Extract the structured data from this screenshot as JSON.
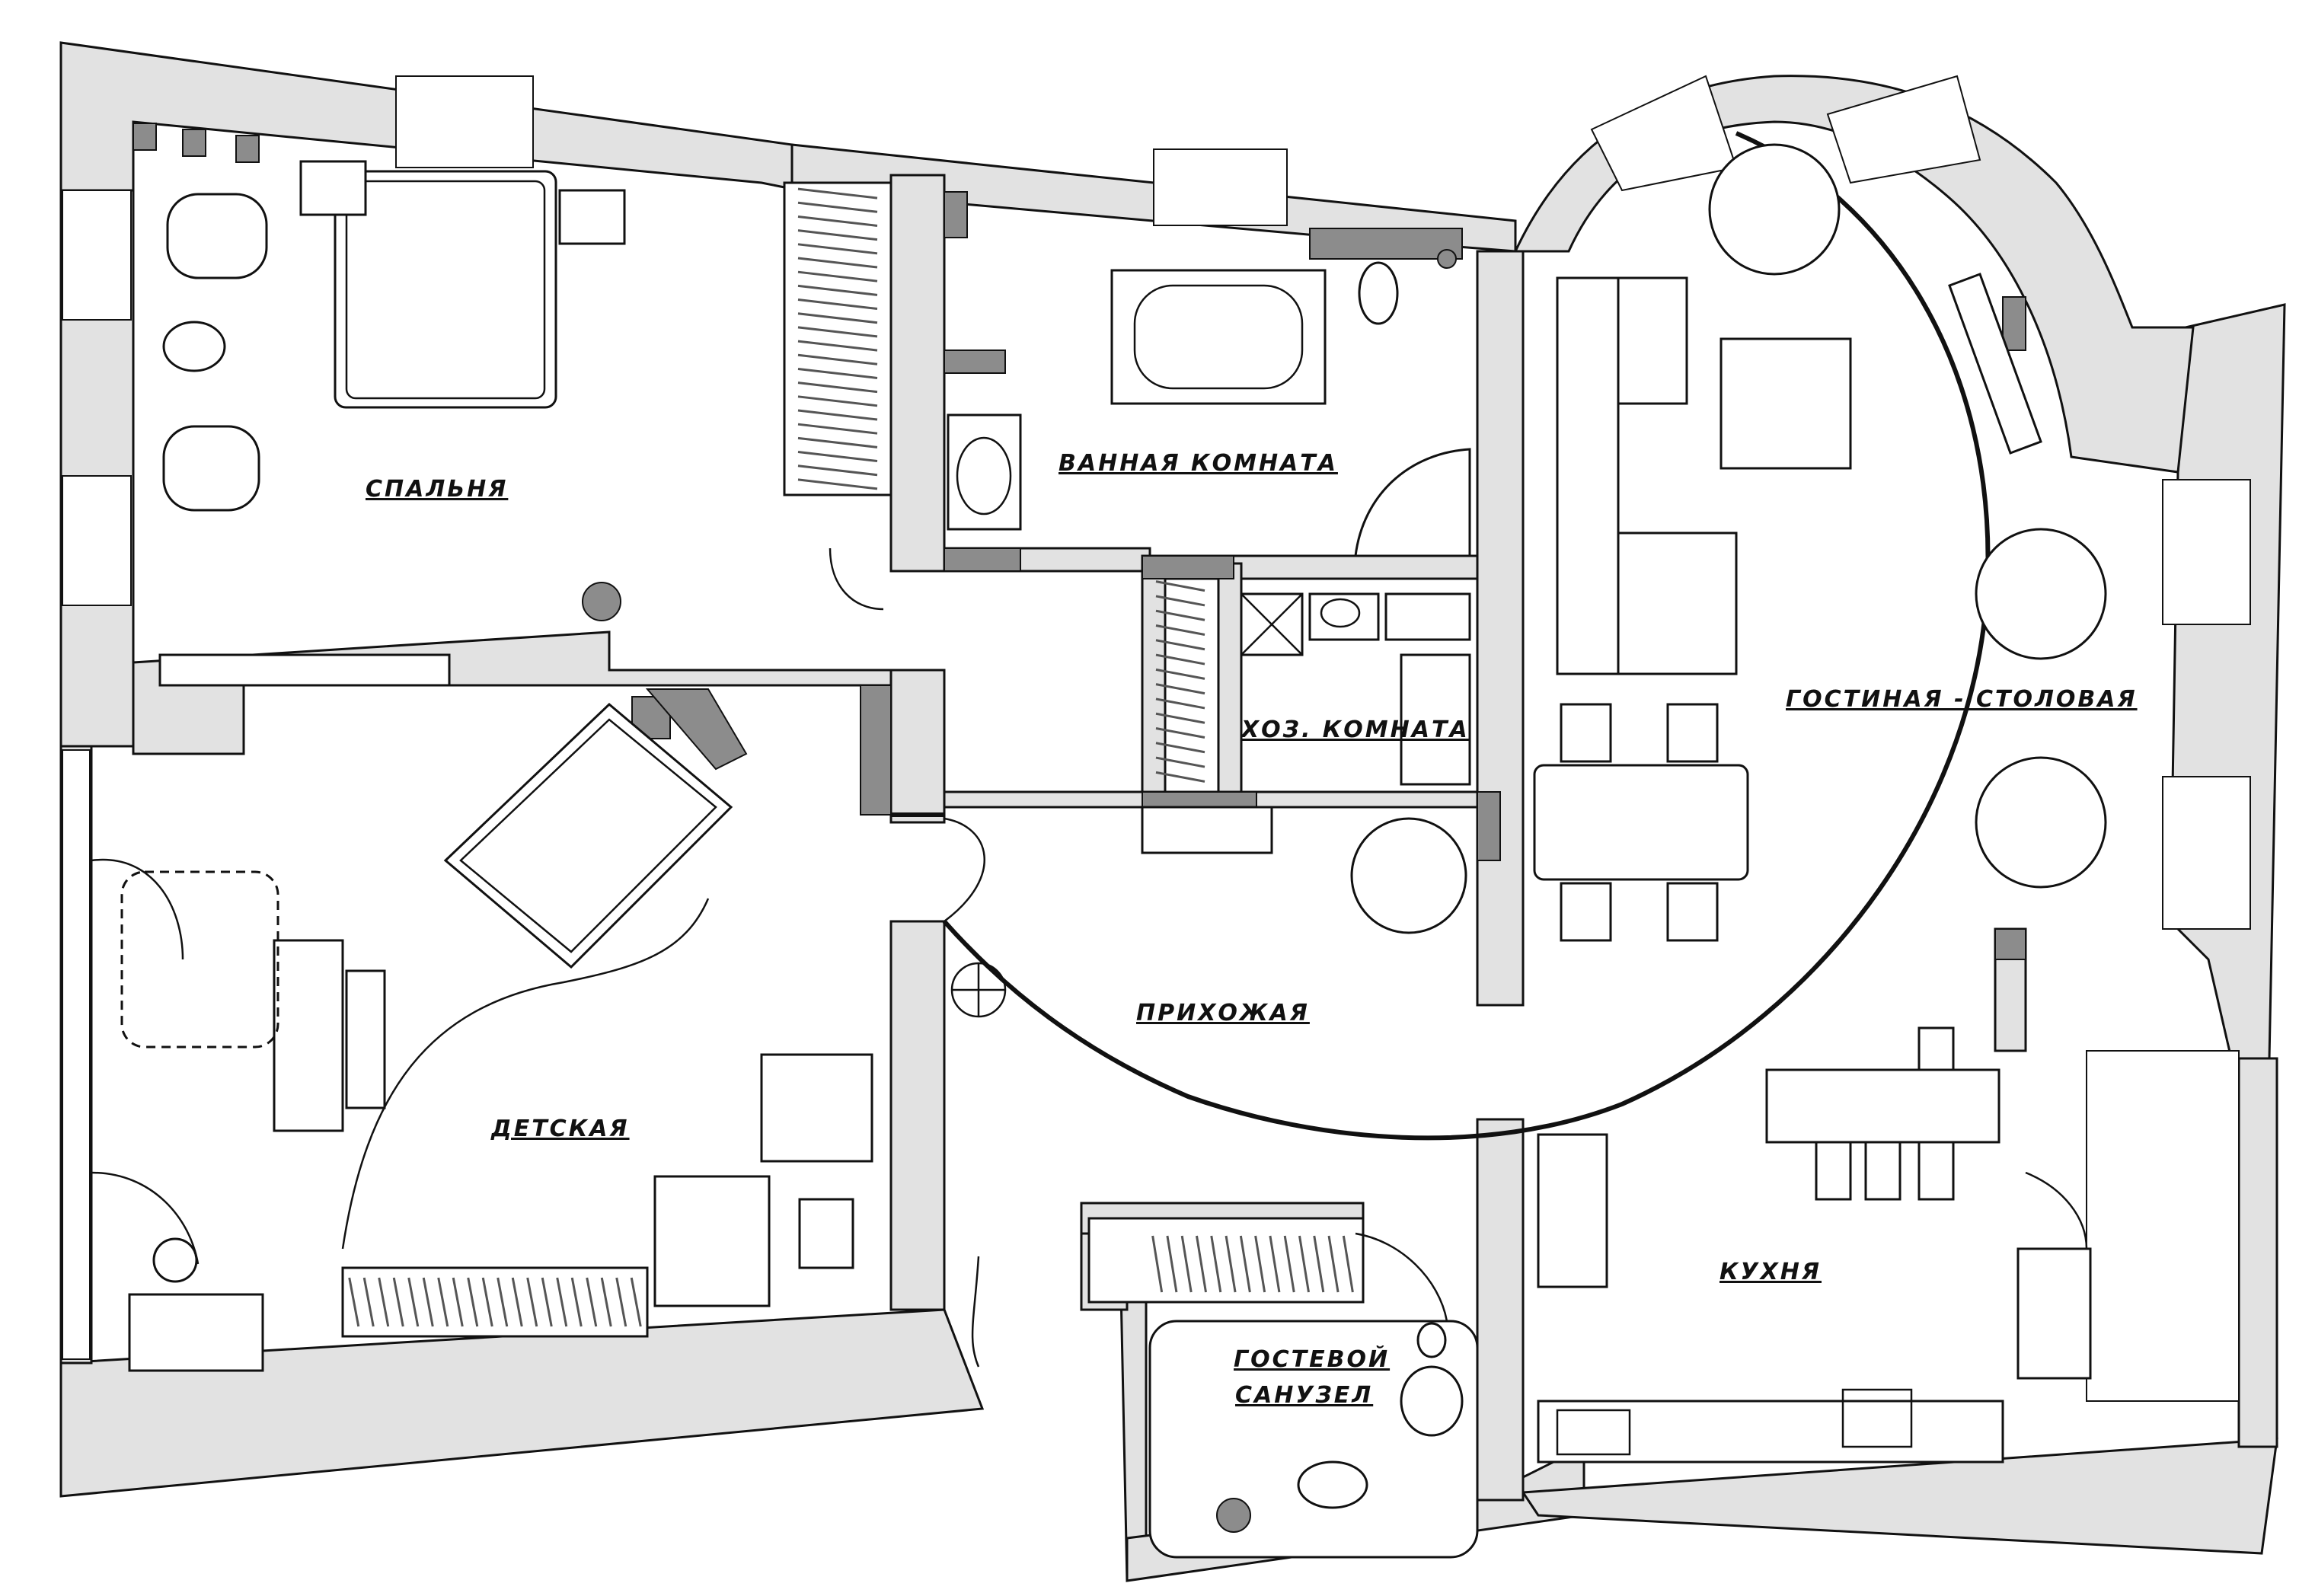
{
  "rooms": {
    "bedroom": "СПАЛЬНЯ",
    "bathroom": "ВАННАЯ КОМНАТА",
    "utility": "ХОЗ. КОМНАТА",
    "living_dining": "ГОСТИНАЯ - СТОЛОВАЯ",
    "hallway": "ПРИХОЖАЯ",
    "kids_room": "ДЕТСКАЯ",
    "kitchen": "КУХНЯ",
    "guest_wc_line1": "ГОСТЕВОЙ",
    "guest_wc_line2": "САНУЗЕЛ"
  },
  "colors": {
    "wall": "#e2e2e2",
    "accent_dark": "#8c8c8c",
    "line": "#111111"
  }
}
